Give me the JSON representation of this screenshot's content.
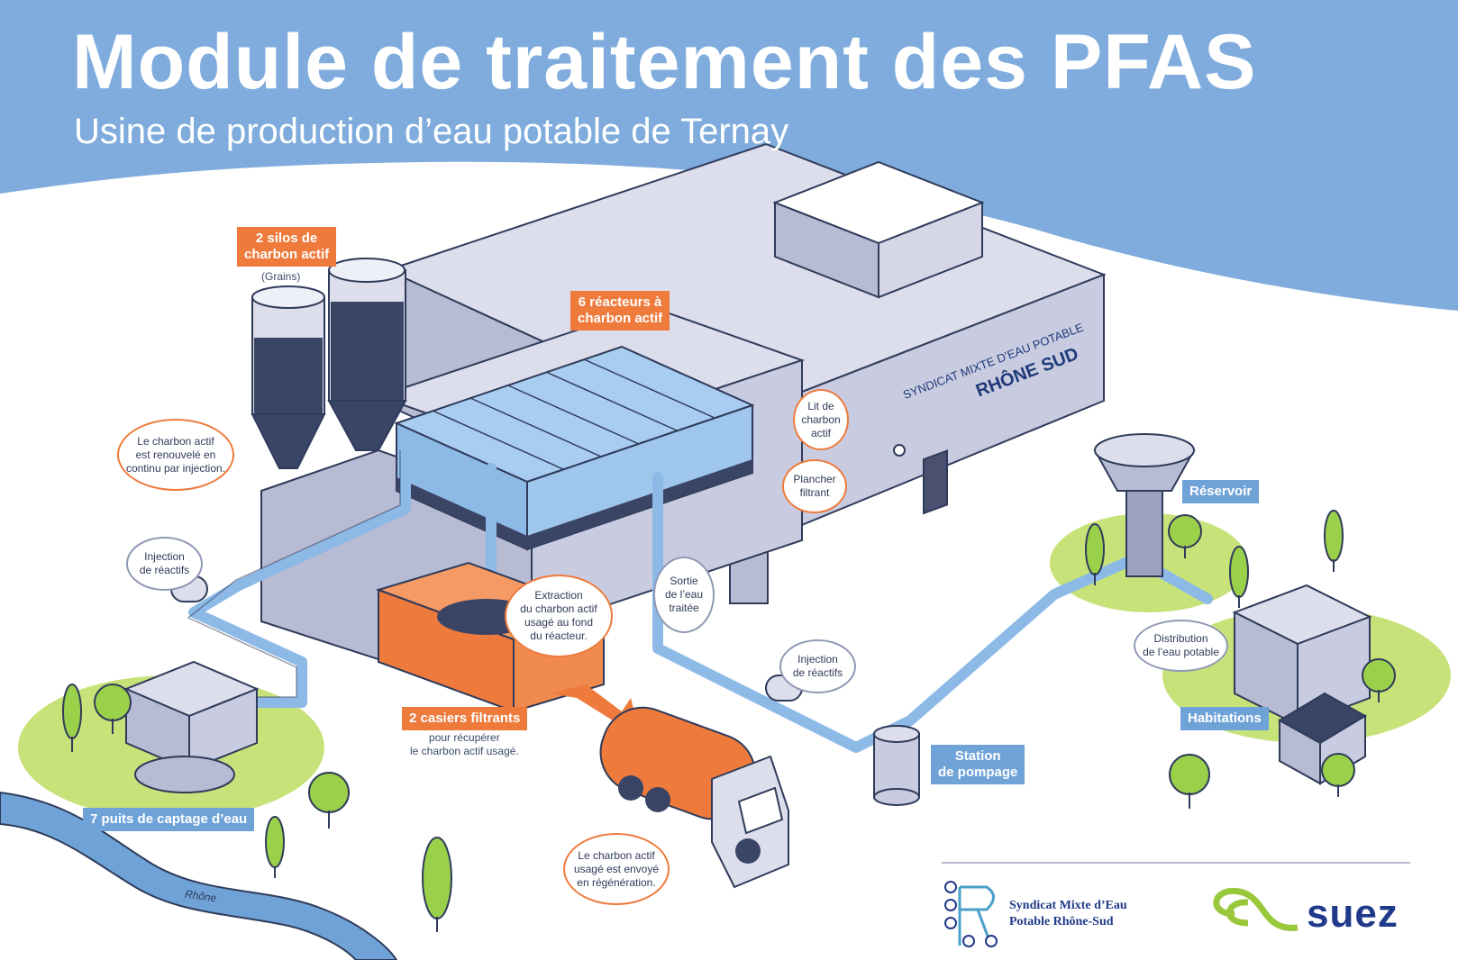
{
  "header": {
    "title": "Module de traitement des PFAS",
    "subtitle": "Usine de production d’eau potable de Ternay"
  },
  "labels": {
    "silos": "2 silos de\ncharbon actif",
    "silos_note": "(Grains)",
    "reactors": "6 réacteurs à\ncharbon actif",
    "casiers": "2 casiers filtrants",
    "casiers_note": "pour récupérer\nle charbon actif usagé.",
    "puits": "7 puits de captage d’eau",
    "reservoir": "Réservoir",
    "habitations": "Habitations",
    "station": "Station\nde pompage",
    "river": "Rhône"
  },
  "bubbles": {
    "renewed": "Le charbon actif\nest renouvelé en\ncontinu par injection.",
    "injection_1": "Injection\nde réactifs",
    "injection_2": "Injection\nde réactifs",
    "extraction": "Extraction\ndu charbon actif\nusagé au fond\ndu réacteur.",
    "sortie": "Sortie\nde l’eau\ntraitée",
    "lit": "Lit de\ncharbon\nactif",
    "plancher": "Plancher\nfiltrant",
    "distribution": "Distribution\nde l’eau potable",
    "regeneration": "Le charbon actif\nusagé est envoyé\nen régénération."
  },
  "building": {
    "line1": "SYNDICAT MIXTE D’EAU POTABLE",
    "line2": "RHÔNE SUD"
  },
  "footer": {
    "syndicat": "Syndicat Mixte d’Eau\nPotable Rhône-Sud",
    "suez": "suez"
  },
  "colors": {
    "sky": "#7facdc",
    "accent_orange": "#ee7a3c",
    "pipe_blue": "#8db9e6",
    "grass": "#c8e27a",
    "building": "#c9cce0",
    "suez_green": "#9ac83c",
    "suez_blue": "#1f3a8a"
  }
}
